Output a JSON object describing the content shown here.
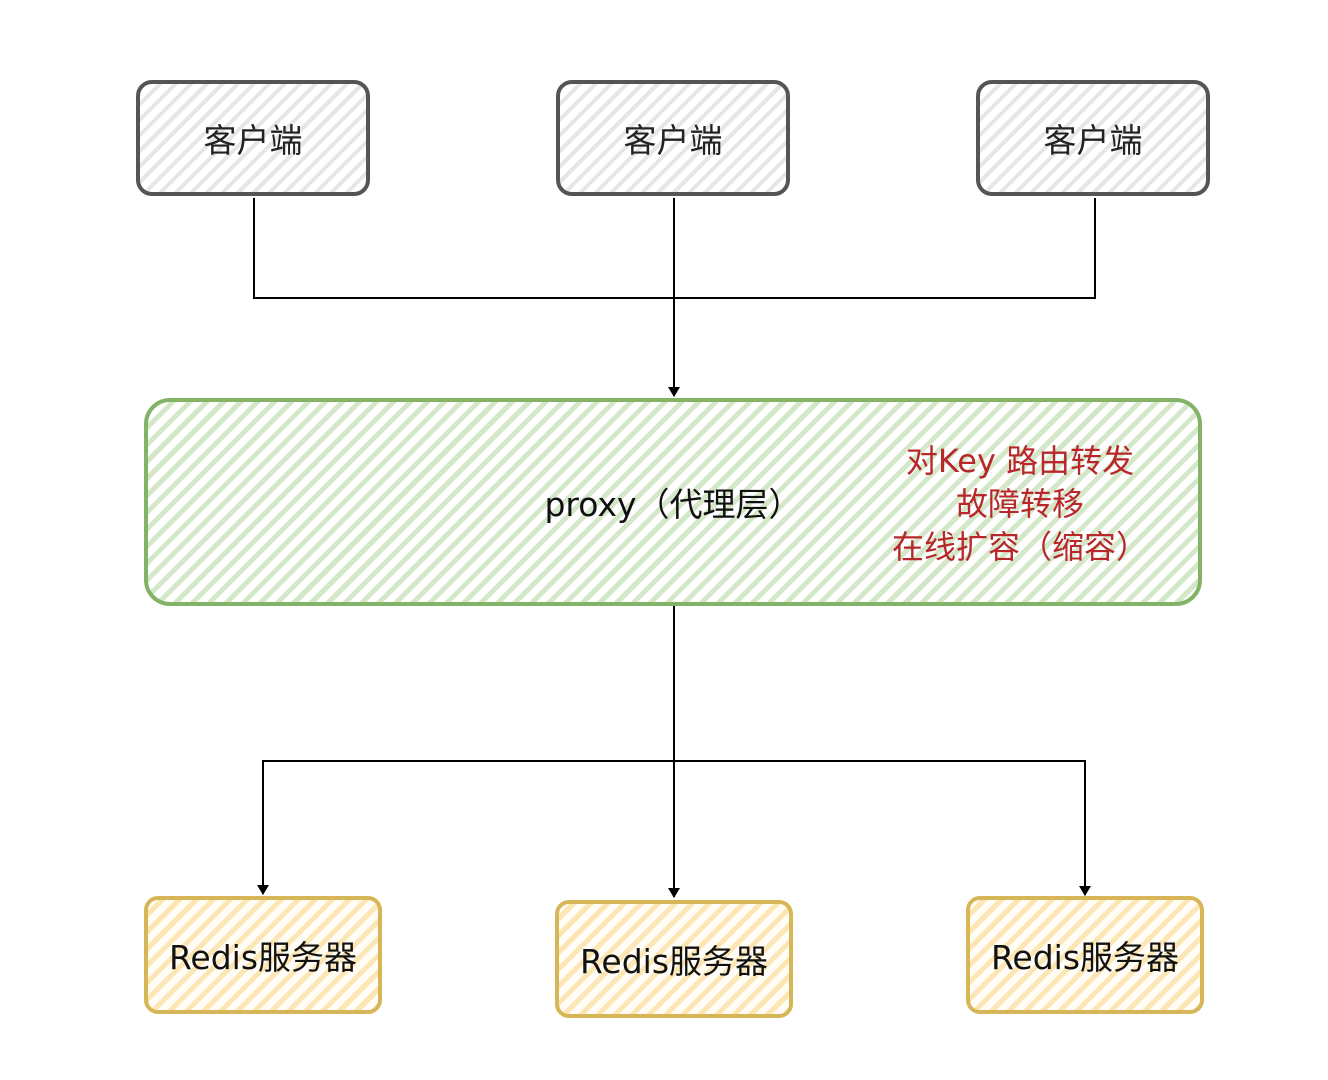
{
  "clients": [
    {
      "label": "客户端"
    },
    {
      "label": "客户端"
    },
    {
      "label": "客户端"
    }
  ],
  "proxy": {
    "label": "proxy（代理层）",
    "notes": [
      "对Key 路由转发",
      "故障转移",
      "在线扩容（缩容）"
    ]
  },
  "servers": [
    {
      "label": "Redis服务器"
    },
    {
      "label": "Redis服务器"
    },
    {
      "label": "Redis服务器"
    }
  ],
  "colors": {
    "client_border": "#555555",
    "proxy_border": "#82b366",
    "proxy_fill": "#d5e8d4",
    "server_border": "#d6b656",
    "server_fill": "#fff2cc",
    "note_text": "#b8282a",
    "connector": "#000000"
  }
}
